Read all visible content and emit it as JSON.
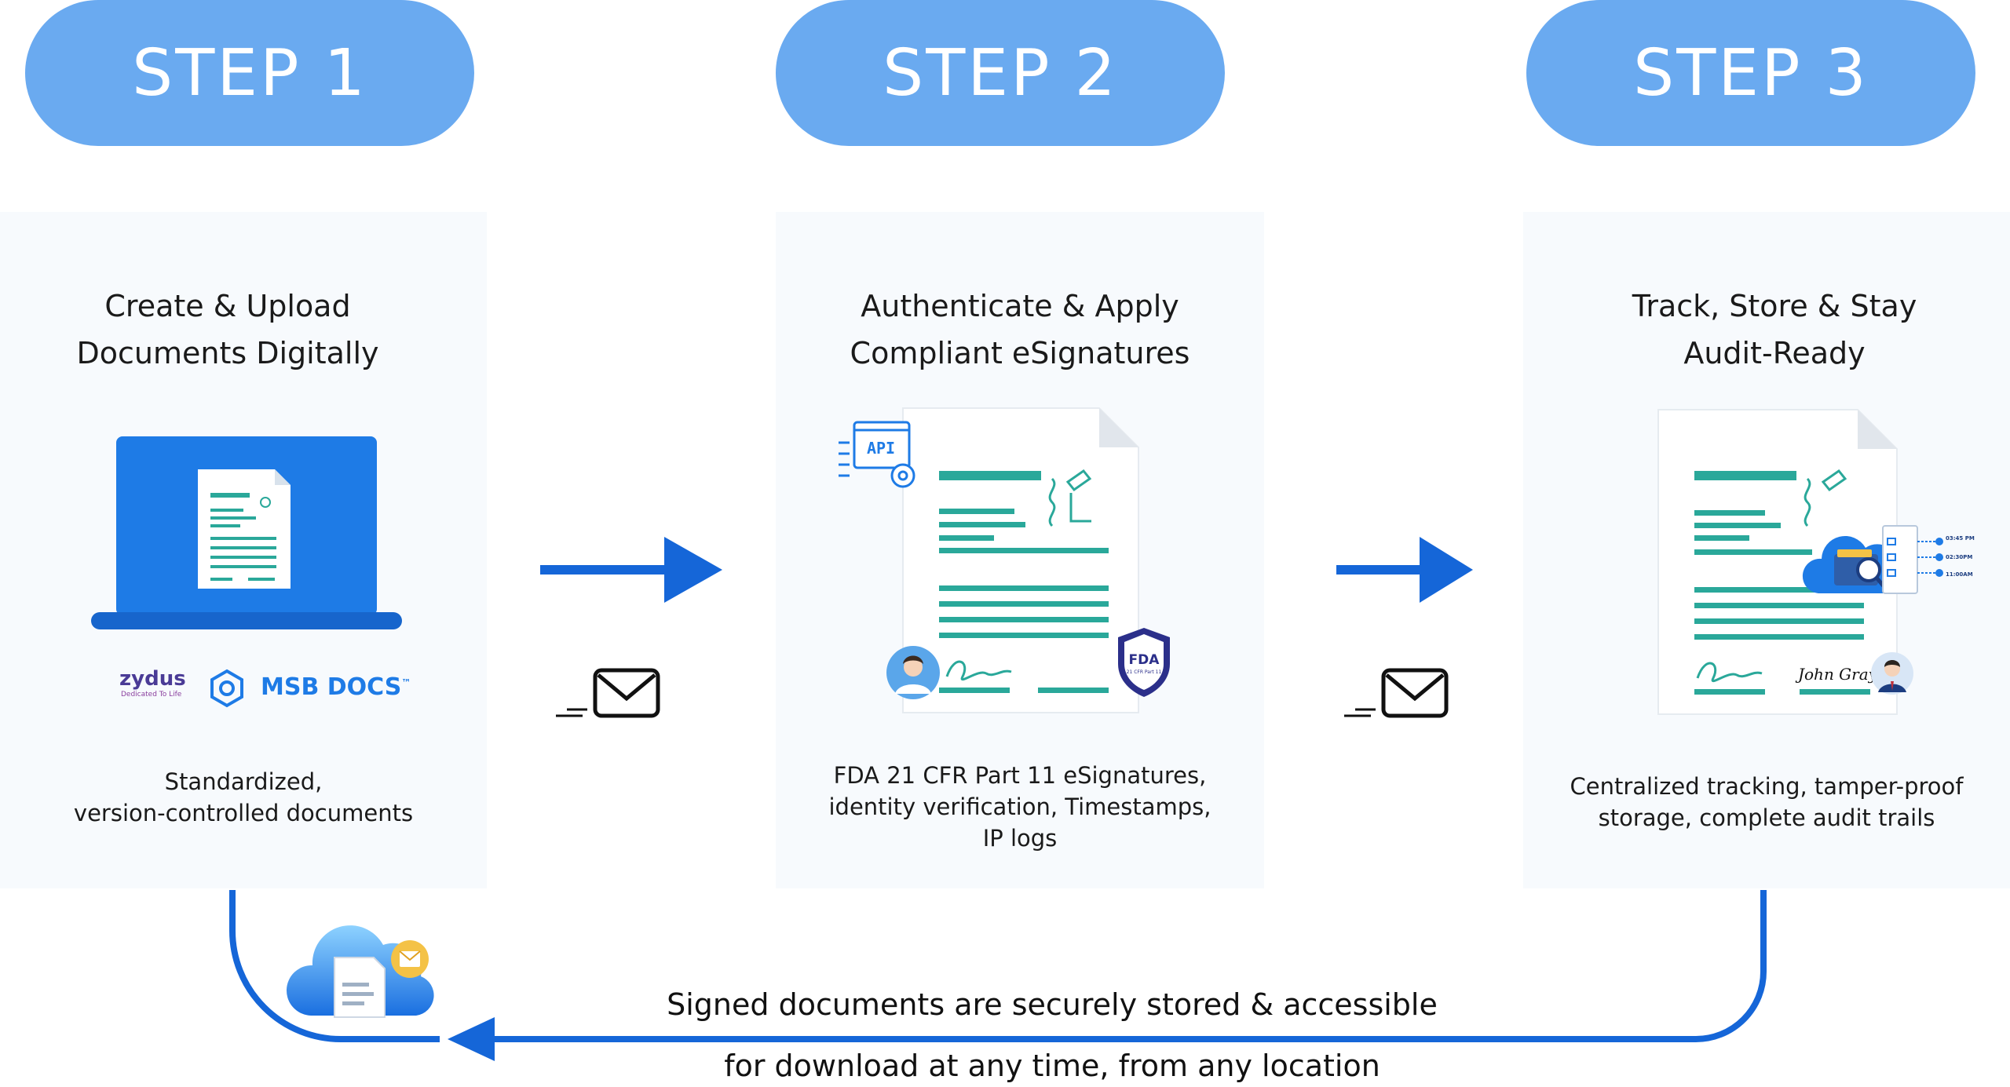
{
  "steps": [
    {
      "label": "STEP 1",
      "title_line1": "Create & Upload",
      "title_line2": "Documents Digitally",
      "desc_line1": "Standardized,",
      "desc_line2": "version-controlled documents"
    },
    {
      "label": "STEP 2",
      "title_line1": "Authenticate & Apply",
      "title_line2": "Compliant eSignatures",
      "desc_line1": "FDA 21 CFR Part 11 eSignatures,",
      "desc_line2": "identity verification, Timestamps,",
      "desc_line3": "IP logs"
    },
    {
      "label": "STEP 3",
      "title_line1": "Track, Store & Stay",
      "title_line2": "Audit-Ready",
      "desc_line1": "Centralized tracking, tamper-proof",
      "desc_line2": "storage, complete audit trails"
    }
  ],
  "logos": {
    "zydus": "zydus",
    "zydus_tagline": "Dedicated To Life",
    "msb": "MSB DOCS",
    "msb_tm": "™"
  },
  "badges": {
    "api": "API",
    "fda": "FDA",
    "fda_sub": "21 CFR Part 11"
  },
  "signature_text": "John Gray",
  "timestamps": [
    "03:45 PM",
    "02:30PM",
    "11:00AM"
  ],
  "bottom": {
    "line1": "Signed documents are securely stored & accessible",
    "line2": "for download at any time, from any location"
  },
  "colors": {
    "pill": "#6aaaf0",
    "arrow": "#1566d8",
    "teal": "#2aa89a",
    "panel": "#f7fafd"
  }
}
